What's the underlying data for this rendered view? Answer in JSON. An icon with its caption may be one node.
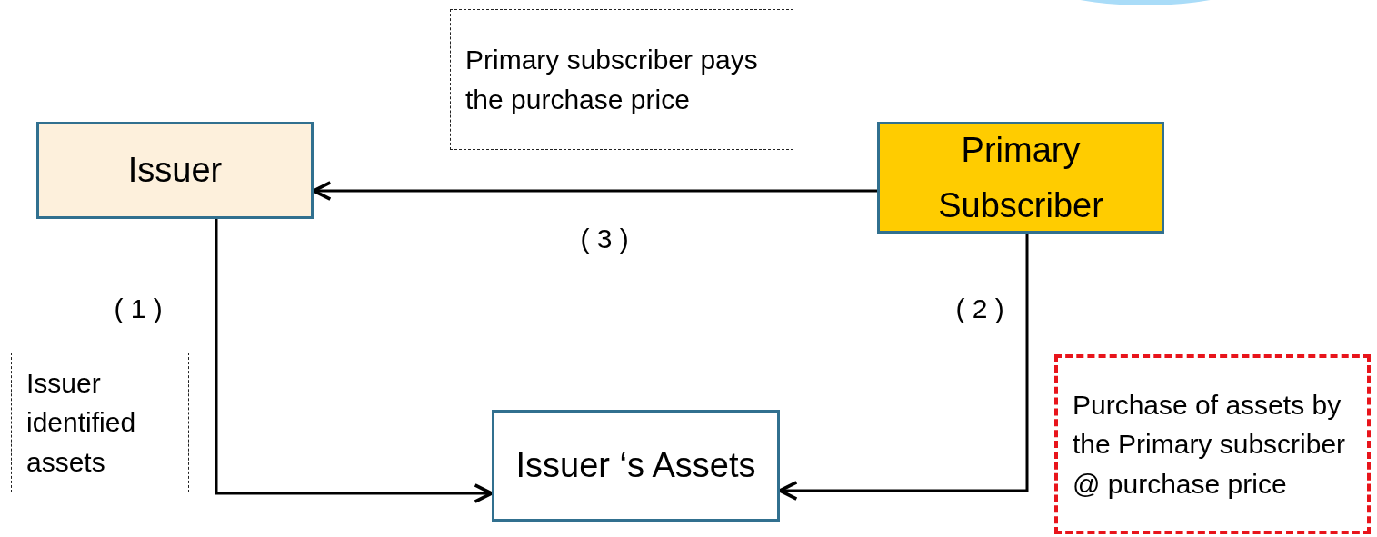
{
  "diagram": {
    "nodes": [
      {
        "text": [
          "Issuer"
        ]
      },
      {
        "text": [
          "Primary Subscriber"
        ]
      },
      {
        "text": [
          "Issuer ‘s Assets"
        ]
      },
      {
        "text": [
          "Primary subscriber pays the purchase price"
        ]
      },
      {
        "text": [
          "Issuer identified assets"
        ]
      },
      {
        "text": [
          "Purchase of assets by the Primary subscriber @ purchase price"
        ]
      }
    ],
    "edges": [
      {
        "from": 0,
        "to": 2,
        "arrow": "to",
        "label": "( 1 )"
      },
      {
        "from": 1,
        "to": 2,
        "arrow": "to",
        "label": "( 2 )"
      },
      {
        "from": 1,
        "to": 0,
        "arrow": "to",
        "label": "( 3 )"
      }
    ]
  }
}
